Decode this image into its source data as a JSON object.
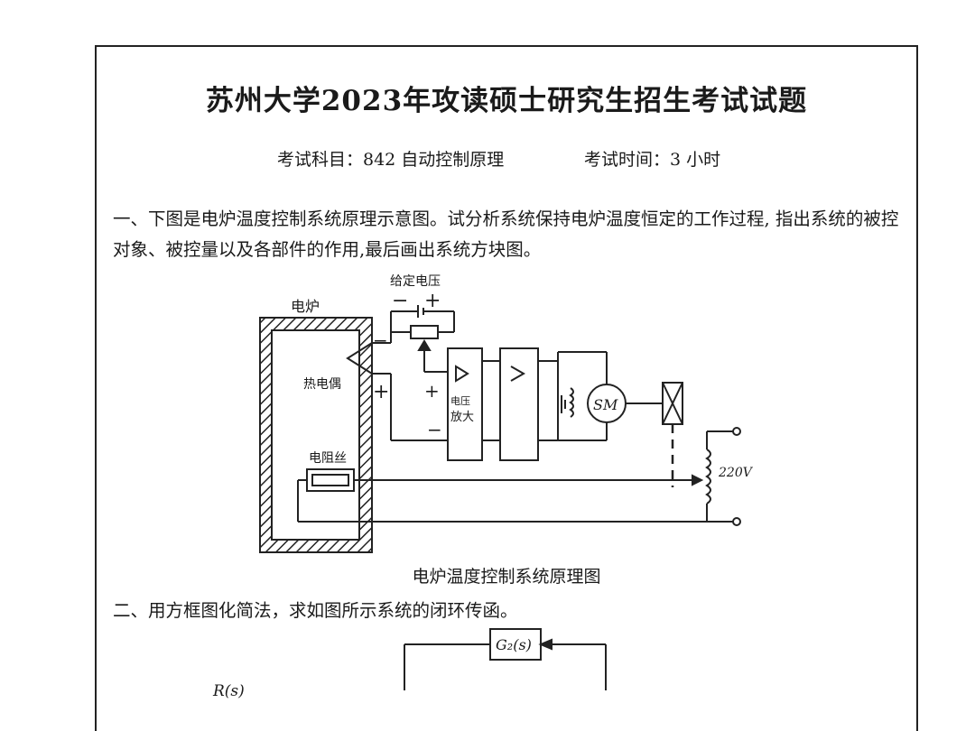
{
  "exam": {
    "title": "苏州大学2023年攻读硕士研究生招生考试试题",
    "subject": "考试科目：842 自动控制原理",
    "duration": "考试时间：3 小时"
  },
  "question1": {
    "text": "一、下图是电炉温度控制系统原理示意图。试分析系统保持电炉温度恒定的工作过程, 指出系统的被控对象、被控量以及各部件的作用,最后画出系统方块图。",
    "figure": {
      "label_given_voltage": "给定电压",
      "label_minus_top": "−",
      "label_plus_top": "+",
      "label_furnace": "电炉",
      "label_thermocouple": "热电偶",
      "label_resistor": "电阻丝",
      "label_amp_top": "电压",
      "label_amp_bottom": "放大",
      "label_motor": "SM",
      "label_voltage": "220V",
      "label_tc_minus": "−",
      "label_tc_plus": "+",
      "label_amp_plus": "+",
      "label_amp_minus": "−",
      "caption": "电炉温度控制系统原理图"
    }
  },
  "question2": {
    "text": "二、用方框图化简法，求如图所示系统的闭环传函。",
    "figure": {
      "block_g2": "G₂(s)",
      "input_label": "R(s)"
    }
  }
}
